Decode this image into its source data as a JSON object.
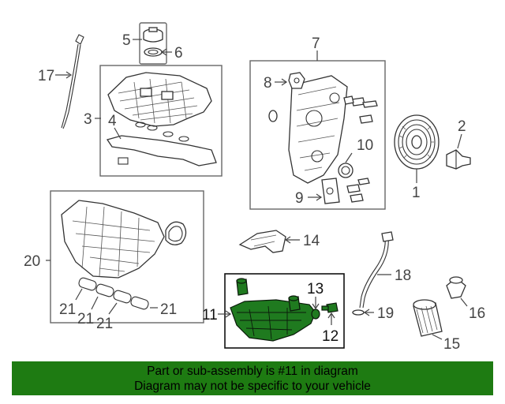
{
  "callouts": {
    "c1": "1",
    "c2": "2",
    "c3": "3",
    "c4": "4",
    "c5": "5",
    "c6": "6",
    "c7": "7",
    "c8": "8",
    "c9": "9",
    "c10": "10",
    "c11": "11",
    "c12": "12",
    "c13": "13",
    "c14": "14",
    "c15": "15",
    "c16": "16",
    "c17": "17",
    "c18": "18",
    "c19": "19",
    "c20": "20",
    "c21a": "21",
    "c21b": "21",
    "c21c": "21",
    "c21d": "21"
  },
  "banner": {
    "line1": "Part or sub-assembly is #11 in diagram",
    "line2": "Diagram may not be specific to your vehicle",
    "color": "#1e7b12"
  },
  "highlight": {
    "part": "11",
    "color": "#1f7a1f"
  }
}
